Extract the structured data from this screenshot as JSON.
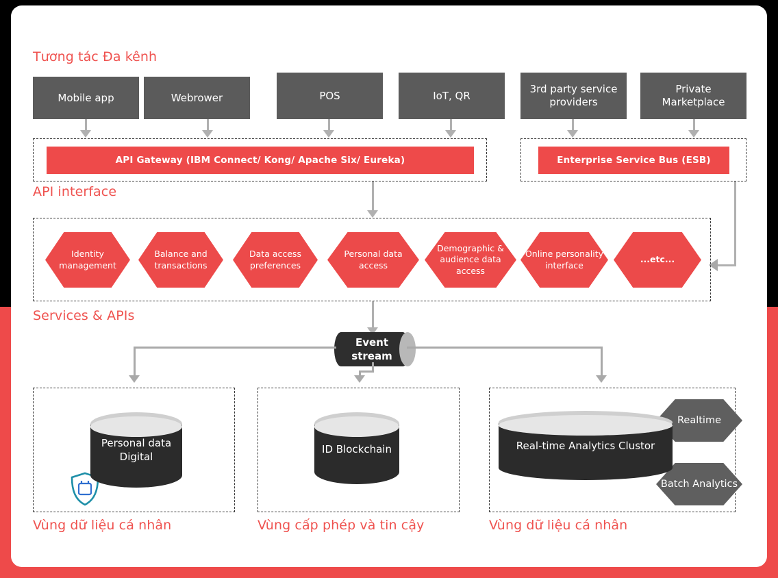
{
  "theme": {
    "accent_red": "#ee4a4a",
    "label_red": "#ef5350",
    "channel_gray": "#5b5b5b",
    "hex_gray": "#5f5f5f",
    "db_dark": "#2b2b2b",
    "connector_gray": "#b0b0b0",
    "shield_teal": "#1e8fa8",
    "shield_blue": "#2f6fd0"
  },
  "sections": {
    "omnichannel_label": "Tương tác Đa kênh",
    "api_interface_label": "API interface",
    "services_label": "Services & APIs"
  },
  "channels": [
    {
      "label": "Mobile app",
      "name": "channel-mobile-app"
    },
    {
      "label": "Webrower",
      "name": "channel-webrower"
    },
    {
      "label": "POS",
      "name": "channel-pos"
    },
    {
      "label": "IoT, QR",
      "name": "channel-iot-qr"
    },
    {
      "label": "3rd party service providers",
      "name": "channel-third-party"
    },
    {
      "label": "Private Marketplace",
      "name": "channel-private-marketplace"
    }
  ],
  "gateways": {
    "api_gateway": "API Gateway (IBM Connect/ Kong/ Apache Six/ Eureka)",
    "esb": "Enterprise Service Bus (ESB)"
  },
  "services": [
    {
      "label": "Identity management",
      "name": "service-identity-management",
      "bold": false
    },
    {
      "label": "Balance and transactions",
      "name": "service-balance-transactions",
      "bold": false
    },
    {
      "label": "Data access preferences",
      "name": "service-data-access-preferences",
      "bold": false
    },
    {
      "label": "Personal data access",
      "name": "service-personal-data-access",
      "bold": false
    },
    {
      "label": "Demographic & audience data access",
      "name": "service-demographic-audience",
      "bold": false
    },
    {
      "label": "Online personality interface",
      "name": "service-online-personality",
      "bold": false
    },
    {
      "label": "...etc...",
      "name": "service-etc",
      "bold": true
    }
  ],
  "event_stream": {
    "line1": "Event",
    "line2": "stream"
  },
  "zones": [
    {
      "name": "zone-personal-data",
      "caption": "Vùng dữ liệu cá nhân",
      "store_label": "Personal data Digital",
      "store_name": "database-personal-data-digital",
      "has_shield": true
    },
    {
      "name": "zone-permission-trust",
      "caption": "Vùng cấp phép và tin cậy",
      "store_label": "ID Blockchain",
      "store_name": "database-id-blockchain",
      "has_shield": false
    },
    {
      "name": "zone-analytics",
      "caption": "Vùng dữ liệu cá nhân",
      "store_label": "Real-time Analytics Clustor",
      "store_name": "database-realtime-analytics-clustor",
      "has_shield": false
    }
  ],
  "analytics_hexes": [
    {
      "label": "Realtime",
      "name": "hex-realtime"
    },
    {
      "label": "Batch Analytics",
      "name": "hex-batch-analytics"
    }
  ]
}
